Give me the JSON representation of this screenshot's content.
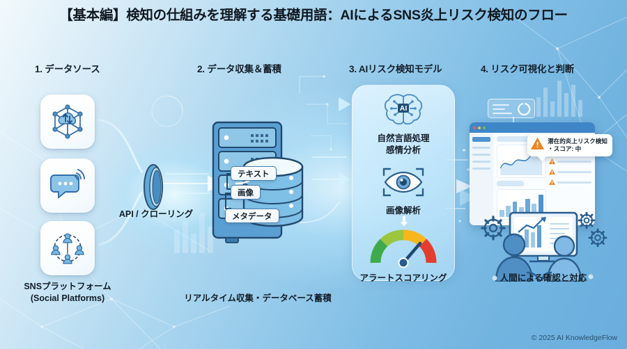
{
  "title": "【基本編】検知の仕組みを理解する基礎用語：AIによるSNS炎上リスク検知のフロー",
  "theme": {
    "bg_light": "#f2f9fc",
    "bg_mid": "#a9d5ef",
    "bg_dark": "#6aaede",
    "accent_blue": "#3f86c8",
    "icon_blue": "#2f6da8",
    "alert_orange": "#ef8722",
    "gauge_green": "#3faa4b",
    "gauge_yellowgreen": "#9bc63d",
    "gauge_yellow": "#f6b61c",
    "gauge_red": "#e33d2e",
    "text_dark": "#14202c"
  },
  "columns": [
    {
      "number": "1.",
      "header": "1. データソース",
      "caption_line1": "SNSプラットフォーム",
      "caption_line2": "(Social Platforms)",
      "icons": [
        {
          "name": "network-cloud-icon",
          "label": "ネットワーク・クラウド"
        },
        {
          "name": "chat-bubble-icon",
          "label": "ソーシャル投稿"
        },
        {
          "name": "user-network-icon",
          "label": "ユーザーネットワーク"
        }
      ]
    },
    {
      "number": "2.",
      "header": "2. データ収集＆蓄積",
      "pipeline_label": "API / クローリング",
      "caption": "リアルタイム収集・データベース蓄積",
      "tags": [
        {
          "name": "tag-text",
          "label": "テキスト"
        },
        {
          "name": "tag-image",
          "label": "画像"
        },
        {
          "name": "tag-metadata",
          "label": "メタデータ"
        }
      ]
    },
    {
      "number": "3.",
      "header": "3. AIリスク検知モデル",
      "items": [
        {
          "name": "brain-ai-icon",
          "badge": "AI",
          "label_line1": "自然言語処理",
          "label_line2": "感情分析"
        },
        {
          "name": "eye-scan-icon",
          "label_line1": "画像解析",
          "label_line2": ""
        },
        {
          "name": "gauge-icon",
          "label_line1": "アラートスコアリング",
          "label_line2": ""
        }
      ]
    },
    {
      "number": "4.",
      "header": "4. リスク可視化と判断",
      "caption": "人間による確認と対応",
      "dashboard": {
        "name": "risk-dashboard-window",
        "traffic_lights": [
          "#ef5f56",
          "#f5bd4f",
          "#61c554"
        ],
        "alert_popup": {
          "icon": "warning-triangle-icon",
          "line1": "潜在的炎上リスク検知",
          "line2": "・スコア: 中"
        },
        "alert_rows": 5,
        "charts": [
          {
            "type": "line",
            "name": "trend-line-chart"
          },
          {
            "type": "bar",
            "name": "volume-bar-chart",
            "values": [
              14,
              22,
              30,
              20,
              36,
              26,
              44
            ]
          }
        ]
      },
      "people": [
        {
          "name": "analyst-person-left"
        },
        {
          "name": "analyst-person-right"
        }
      ],
      "gears": [
        {
          "name": "gear-icon-large"
        },
        {
          "name": "gear-icon-small-top"
        },
        {
          "name": "gear-icon-small-bottom"
        }
      ]
    }
  ],
  "footer": "© 2025 AI KnowledgeFlow"
}
